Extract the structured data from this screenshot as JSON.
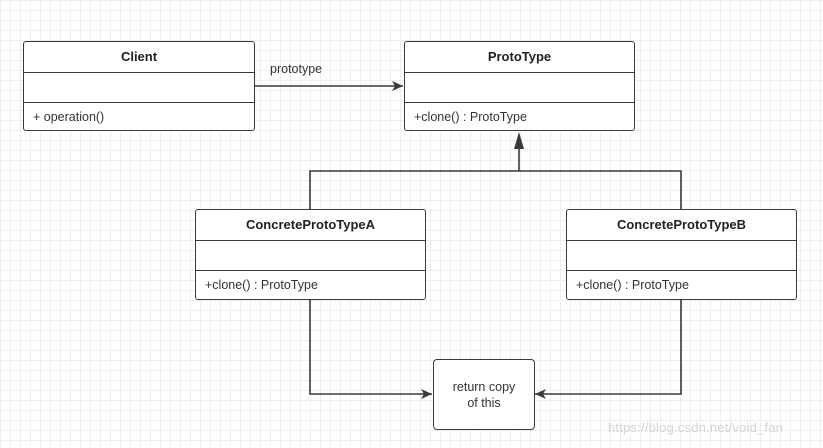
{
  "diagram": {
    "classes": [
      {
        "id": "client",
        "name": "Client",
        "attributes": [],
        "operations": [
          "+ operation()"
        ]
      },
      {
        "id": "prototype",
        "name": "ProtoType",
        "attributes": [],
        "operations": [
          "+clone() : ProtoType"
        ]
      },
      {
        "id": "concrete-a",
        "name": "ConcreteProtoTypeA",
        "attributes": [],
        "operations": [
          "+clone() : ProtoType"
        ]
      },
      {
        "id": "concrete-b",
        "name": "ConcreteProtoTypeB",
        "attributes": [],
        "operations": [
          "+clone() : ProtoType"
        ]
      }
    ],
    "association_label": "prototype",
    "note": "return copy\nof this",
    "relations": [
      {
        "from": "client",
        "to": "prototype",
        "kind": "association"
      },
      {
        "from": "concrete-a",
        "to": "prototype",
        "kind": "generalization"
      },
      {
        "from": "concrete-b",
        "to": "prototype",
        "kind": "generalization"
      },
      {
        "from": "concrete-a",
        "to": "note",
        "kind": "note-link"
      },
      {
        "from": "concrete-b",
        "to": "note",
        "kind": "note-link"
      }
    ],
    "colors": {
      "stroke": "#3a3a3a",
      "grid": "#eeeeee",
      "background": "#ffffff"
    }
  },
  "watermark": "https://blog.csdn.net/void_fan"
}
